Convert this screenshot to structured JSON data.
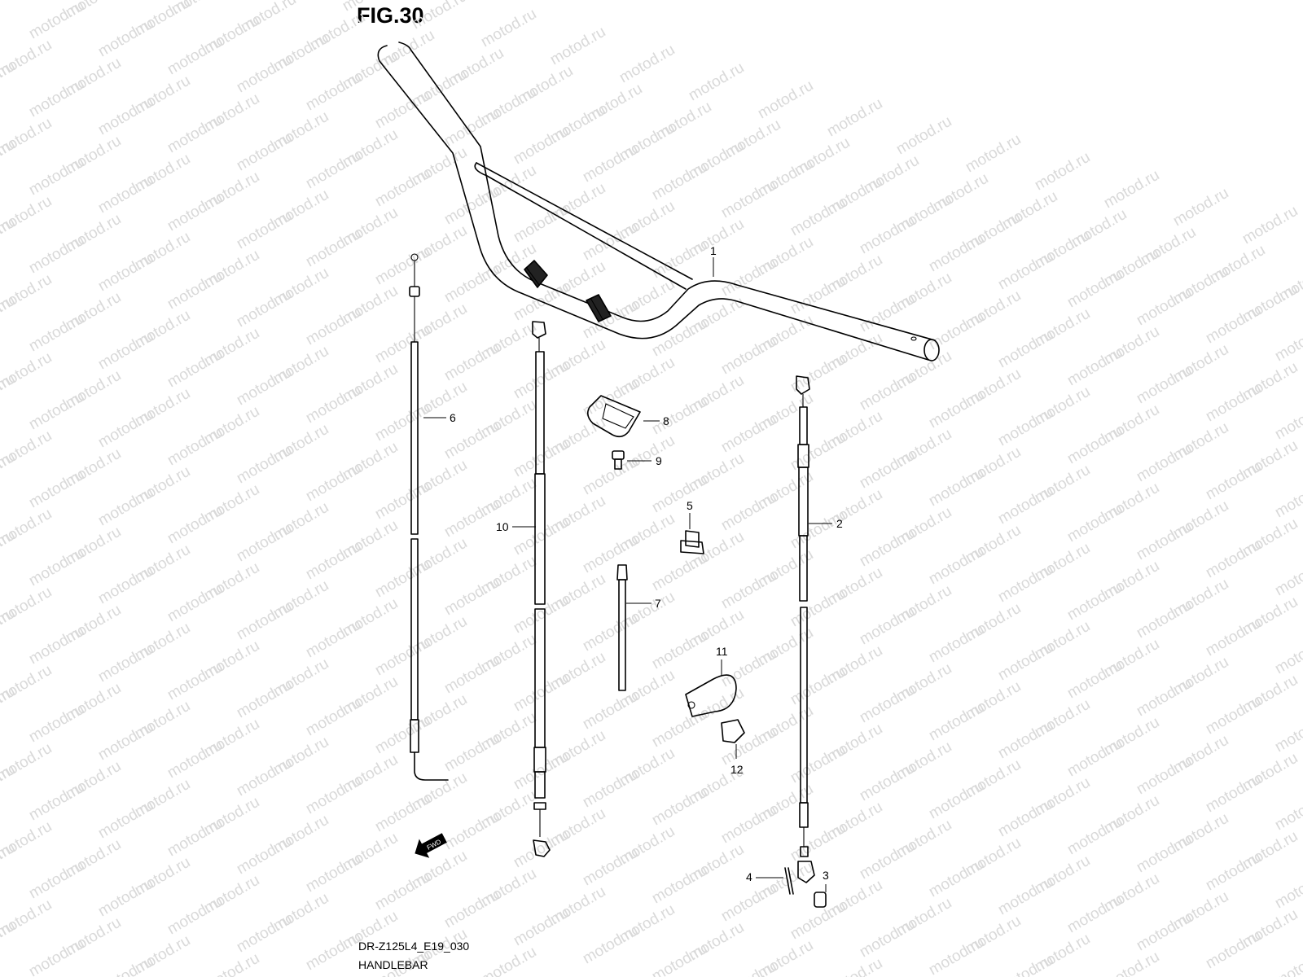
{
  "figure": {
    "title": "FIG.30",
    "model_code": "DR-Z125L4_E19_030",
    "caption": "HANDLEBAR"
  },
  "watermark": {
    "text": "motod.ru"
  },
  "direction_badge": {
    "text": "FWD"
  },
  "callouts": [
    {
      "id": "1",
      "text": "1"
    },
    {
      "id": "2",
      "text": "2"
    },
    {
      "id": "3",
      "text": "3"
    },
    {
      "id": "4",
      "text": "4"
    },
    {
      "id": "5",
      "text": "5"
    },
    {
      "id": "6",
      "text": "6"
    },
    {
      "id": "7",
      "text": "7"
    },
    {
      "id": "8",
      "text": "8"
    },
    {
      "id": "9",
      "text": "9"
    },
    {
      "id": "10",
      "text": "10"
    },
    {
      "id": "11",
      "text": "11"
    },
    {
      "id": "12",
      "text": "12"
    }
  ]
}
